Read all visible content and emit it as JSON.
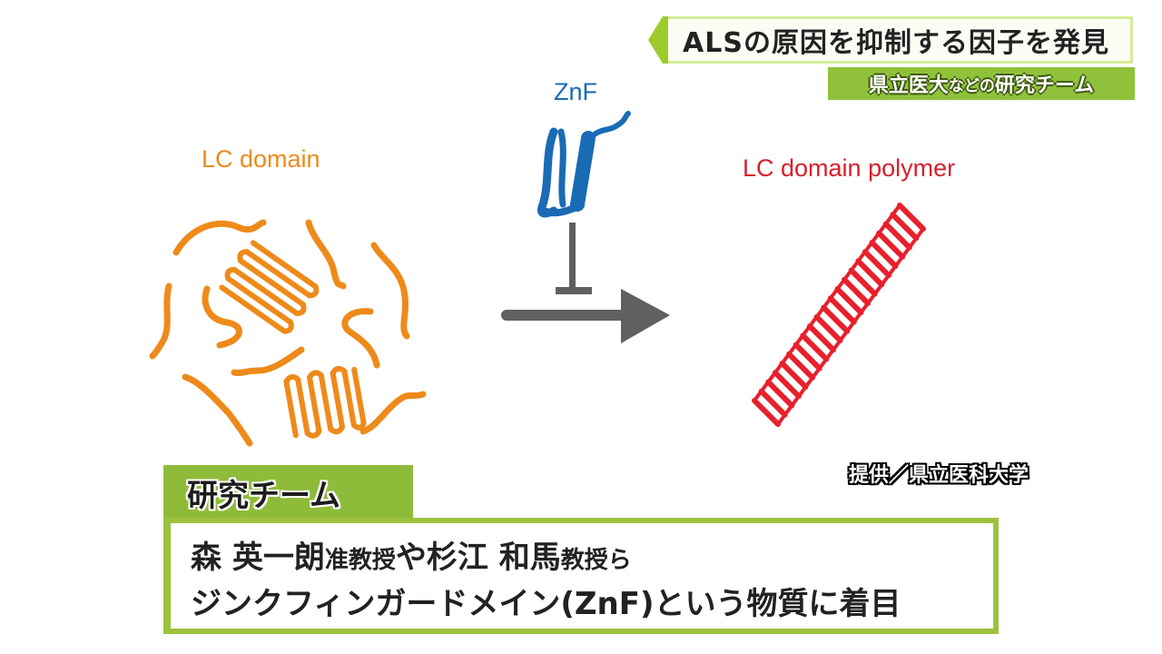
{
  "headline": {
    "title": "ALSの原因を抑制する因子を発見",
    "subtitle_main": "県立医大",
    "subtitle_small": "などの",
    "subtitle_tail": "研究チーム"
  },
  "diagram": {
    "left_label": "LC domain",
    "inhibitor_label": "ZnF",
    "right_label": "LC domain polymer",
    "colors": {
      "lc_domain": "#ee8a1a",
      "znf": "#1a6bb5",
      "polymer": "#e8202c",
      "arrow": "#606060"
    },
    "icons": [
      "random-coil-strands",
      "beta-sheet-cluster",
      "zinc-finger-protein",
      "inhibition-bar",
      "reaction-arrow",
      "amyloid-fibril"
    ]
  },
  "credit": "提供／県立医科大学",
  "lower_third": {
    "tab_label": "研究チーム",
    "line1": {
      "name1": "森 英一朗",
      "title1": "准教授",
      "conj": "や",
      "name2": "杉江 和馬",
      "title2": "教授ら"
    },
    "line2": "ジンクフィンガードメイン(ZnF)という物質に着目"
  }
}
